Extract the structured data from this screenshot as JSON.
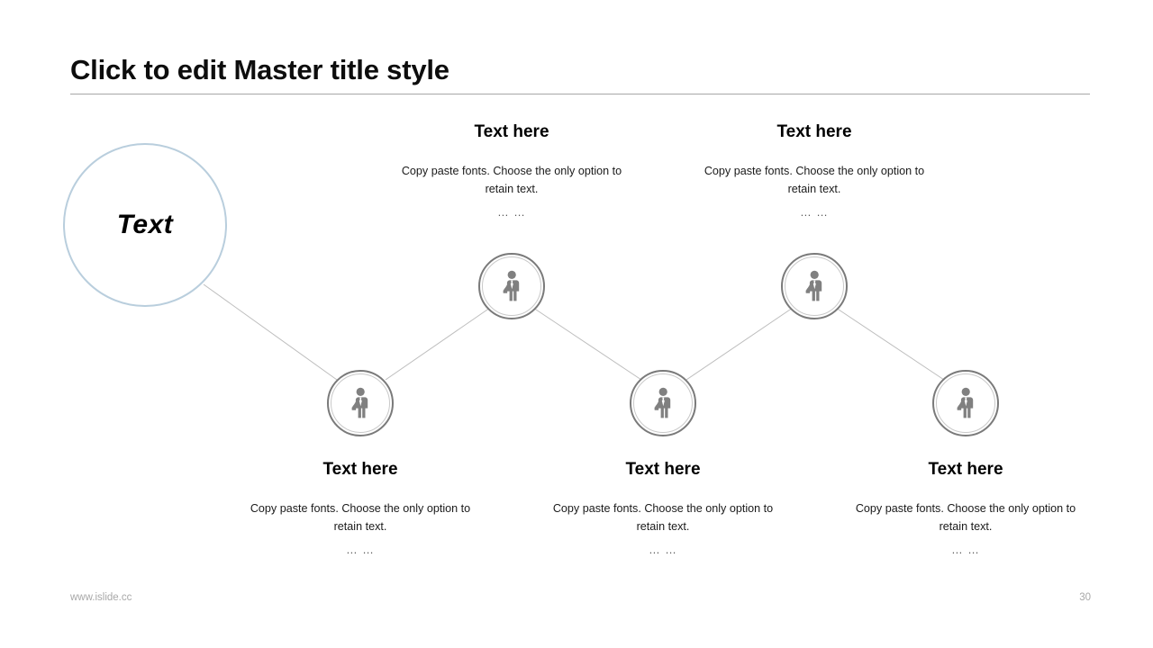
{
  "slide": {
    "title": "Click to edit Master title style",
    "hero": {
      "label": "Text",
      "icon": "circle-outline-icon",
      "border_color": "#b9cedd"
    },
    "nodes": [
      {
        "id": "node-1",
        "icon": "businessman-icon"
      },
      {
        "id": "node-2",
        "icon": "businessman-icon"
      },
      {
        "id": "node-3",
        "icon": "businessman-icon"
      },
      {
        "id": "node-4",
        "icon": "businessman-icon"
      },
      {
        "id": "node-5",
        "icon": "businessman-icon"
      }
    ],
    "blocks": [
      {
        "id": "block-top-1",
        "title": "Text here",
        "body": "Copy paste fonts. Choose the only option to retain text.",
        "dots": "… …"
      },
      {
        "id": "block-top-2",
        "title": "Text here",
        "body": "Copy paste fonts. Choose the only option to retain text.",
        "dots": "… …"
      },
      {
        "id": "block-bottom-1",
        "title": "Text here",
        "body": "Copy paste fonts. Choose the only option to retain text.",
        "dots": "… …"
      },
      {
        "id": "block-bottom-2",
        "title": "Text here",
        "body": "Copy paste fonts. Choose the only option to retain text.",
        "dots": "… …"
      },
      {
        "id": "block-bottom-3",
        "title": "Text here",
        "body": "Copy paste fonts. Choose the only option to retain text.",
        "dots": "… …"
      }
    ],
    "footer": {
      "url": "www.islide.cc",
      "page_number": "30"
    },
    "colors": {
      "accent": "#b9cedd",
      "node_ring": "#7a7a7a",
      "icon": "#808080",
      "connector": "#bdbdbd",
      "rule": "#a6a6a6",
      "footer_text": "#a8a8a8"
    }
  }
}
